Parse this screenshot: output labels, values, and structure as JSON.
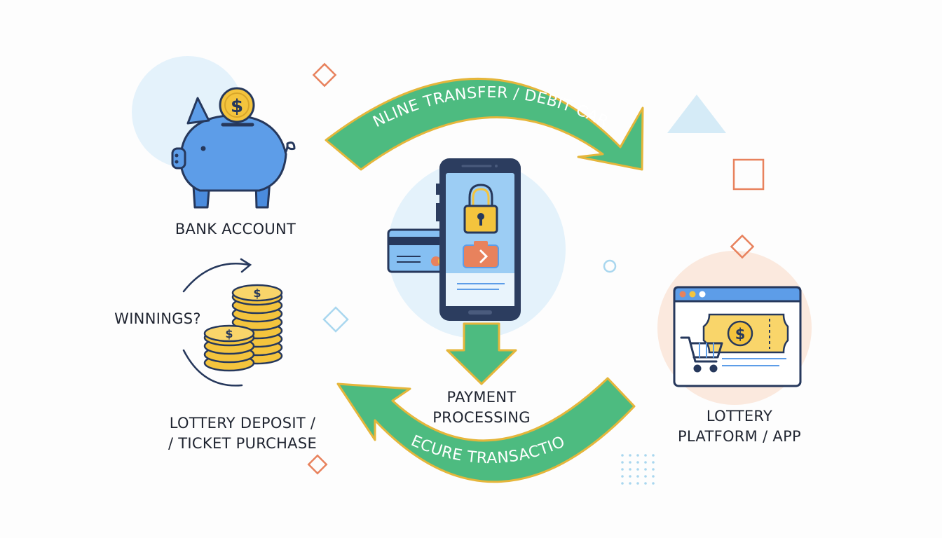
{
  "diagram": {
    "nodes": {
      "bank_account": {
        "label": "BANK ACCOUNT"
      },
      "payment_processing": {
        "line1": "PAYMENT",
        "line2": "PROCESSING"
      },
      "lottery_platform": {
        "line1": "LOTTERY",
        "line2": "PLATFORM / APP"
      },
      "lottery_deposit": {
        "line1": "LOTTERY DEPOSIT /",
        "line2": "/ TICKET PURCHASE"
      },
      "winnings": {
        "label": "WINNINGS?"
      }
    },
    "flows": {
      "top": {
        "label": "ONLINE TRANSFER / DEBIT CARD"
      },
      "bottom": {
        "label": "SECURE TRANSACTION"
      }
    },
    "currency_symbol": "$"
  },
  "colors": {
    "arrow_green": "#4dbb80",
    "arrow_outline": "#e5b63b",
    "piggy_blue": "#5d9de8",
    "coin_gold": "#f4c43d",
    "outline_navy": "#26385c",
    "accent_orange": "#e8825d",
    "accent_light_blue": "#a9d7ef"
  },
  "icons": [
    "piggy-bank-icon",
    "coin-stack-icon",
    "smartphone-icon",
    "padlock-icon",
    "credit-card-icon",
    "wallet-icon",
    "browser-window-icon",
    "lottery-ticket-icon",
    "shopping-cart-icon"
  ]
}
